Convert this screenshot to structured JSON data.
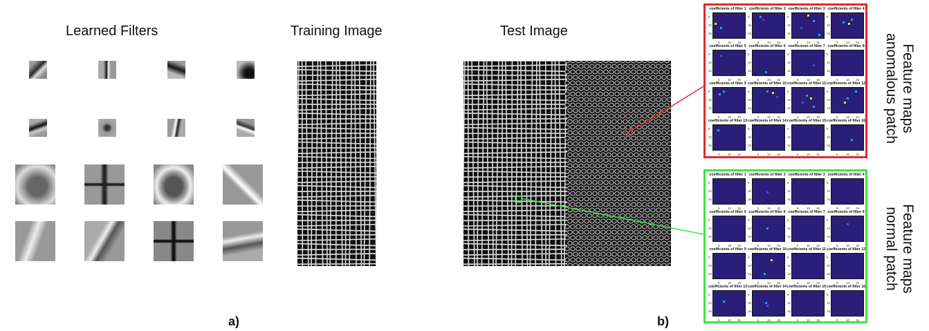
{
  "panel_a": {
    "label": "a)",
    "filters_title": "Learned Filters",
    "training_title": "Training Image"
  },
  "panel_b": {
    "label": "b)",
    "test_title": "Test Image"
  },
  "feature_maps": {
    "tick_y": [
      "5",
      "10",
      "15"
    ],
    "tick_x": [
      "5",
      "10",
      "15"
    ],
    "anomalous": {
      "frame_color": "#e8272a",
      "label_line1": "Feature maps",
      "label_line2": "anomalous patch",
      "titles": [
        "coefficients of filter 1",
        "coefficients of filter 2",
        "coefficients of filter 3",
        "coefficients of filter 4",
        "coefficients of filter 5",
        "coefficients of filter 6",
        "coefficients of filter 7",
        "coefficients of filter 8",
        "coefficients of filter 9",
        "coefficients of filter 10",
        "coefficients of filter 11",
        "coefficients of filter 12",
        "coefficients of filter 13",
        "coefficients of filter 14",
        "coefficients of filter 15",
        "coefficients of filter 16"
      ]
    },
    "normal": {
      "frame_color": "#3ce63c",
      "label_line1": "Feature maps",
      "label_line2": "normal patch",
      "titles": [
        "coefficients of filter 1",
        "coefficients of filter 2",
        "coefficients of filter 3",
        "coefficients of filter 4",
        "coefficients of filter 5",
        "coefficients of filter 6",
        "coefficients of filter 7",
        "coefficients of filter 8",
        "coefficients of filter 9",
        "coefficients of filter 10",
        "coefficients of filter 11",
        "coefficients of filter 12",
        "coefficients of filter 13",
        "coefficients of filter 14",
        "coefficients of filter 15",
        "coefficients of filter 16"
      ]
    }
  },
  "colors": {
    "map_background": "#2b1e78",
    "anomaly_marker": "#e8272a",
    "normal_marker": "#3ce63c"
  }
}
